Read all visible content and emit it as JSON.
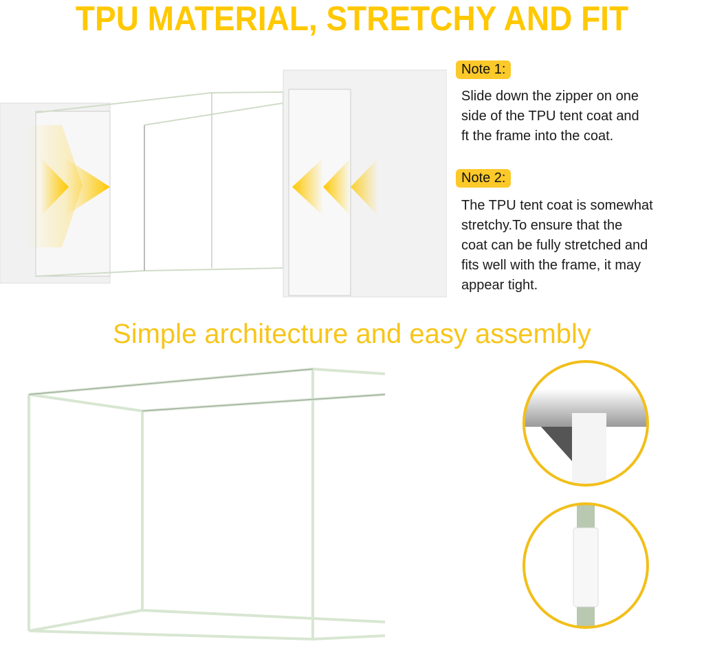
{
  "header": {
    "title": "TPU MATERIAL, STRETCHY AND FIT"
  },
  "notes": [
    {
      "label": "Note 1:",
      "lines": [
        "Slide down the zipper on one",
        "side of the TPU tent coat and",
        "ft the frame into the coat."
      ]
    },
    {
      "label": "Note 2:",
      "lines": [
        "The TPU tent coat is somewhat",
        "stretchy.To ensure that the",
        "coat can be fully stretched and",
        "fits well with the frame, it may",
        "appear tight."
      ]
    }
  ],
  "section2": {
    "title": "Simple architecture and easy assembly"
  },
  "colors": {
    "accent": "#ffc800",
    "badge": "#fcc92a",
    "circle": "#f2bf1a",
    "frame": "#d8e6d2"
  }
}
